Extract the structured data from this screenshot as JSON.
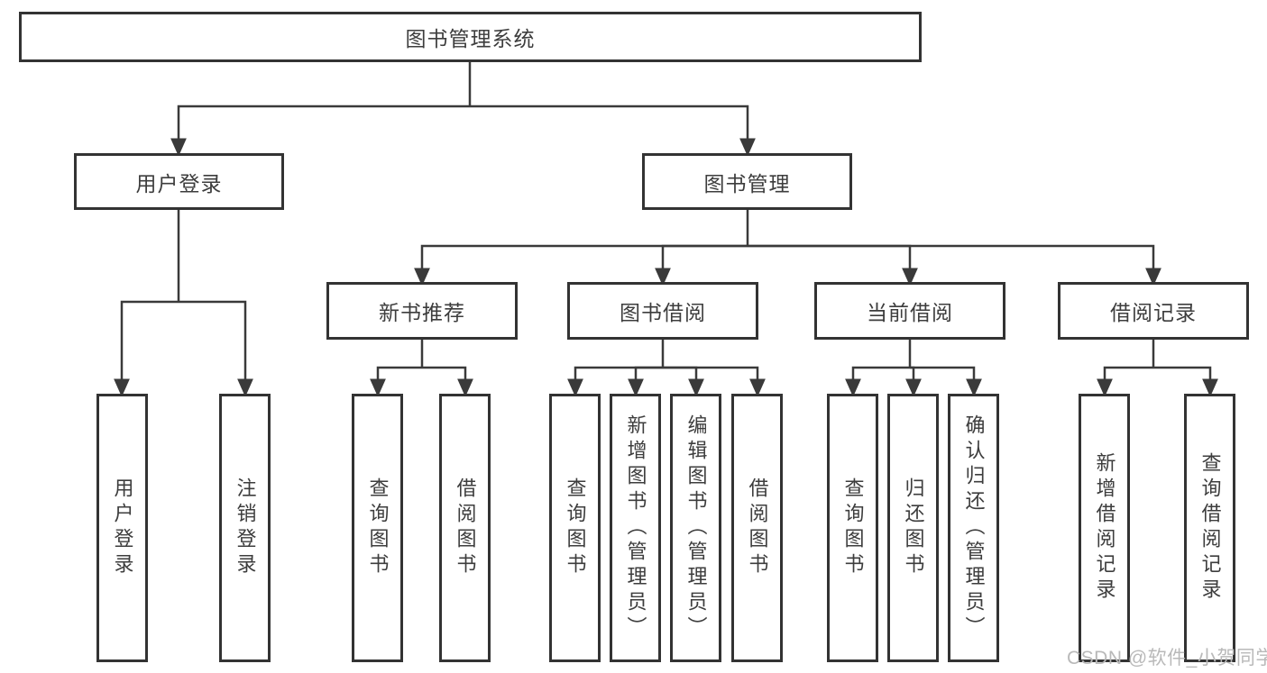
{
  "diagram": {
    "title": "图书管理系统",
    "root": {
      "label": "图书管理系统"
    },
    "level2": {
      "user_login": {
        "label": "用户登录"
      },
      "book_mgmt": {
        "label": "图书管理"
      }
    },
    "level3": {
      "new_books": {
        "label": "新书推荐"
      },
      "borrowing": {
        "label": "图书借阅"
      },
      "current": {
        "label": "当前借阅"
      },
      "records": {
        "label": "借阅记录"
      }
    },
    "leaves": {
      "user_login": [
        "用户登录",
        "注销登录"
      ],
      "new_books": [
        "查询图书",
        "借阅图书"
      ],
      "borrowing": [
        "查询图书",
        "新增图书（管理员）",
        "编辑图书（管理员）",
        "借阅图书"
      ],
      "current": [
        "查询图书",
        "归还图书",
        "确认归还（管理员）"
      ],
      "records": [
        "新增借阅记录",
        "查询借阅记录"
      ]
    }
  },
  "watermark": {
    "text": "CSDN @软件_小贺同学"
  },
  "colors": {
    "line": "#3a3a3a",
    "box_border": "#333333",
    "text": "#3d3d3d",
    "watermark": "#b9b9b9",
    "background": "#ffffff"
  }
}
